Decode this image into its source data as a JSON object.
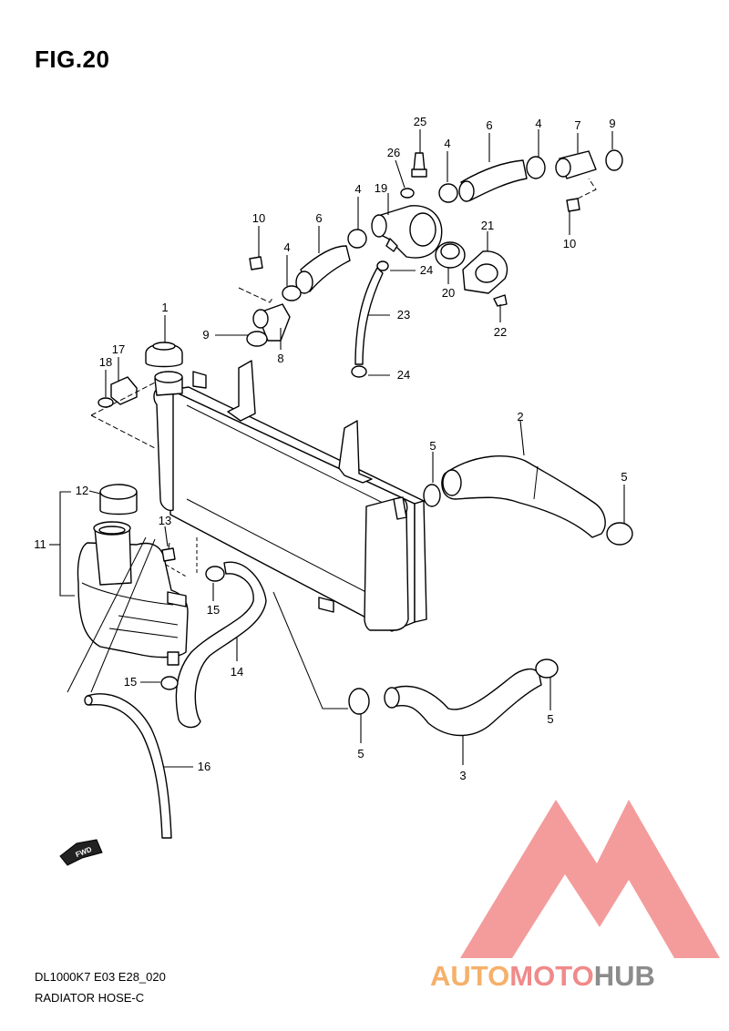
{
  "figure": {
    "title": "FIG.20"
  },
  "footer": {
    "model_code": "DL1000K7 E03 E28_020",
    "caption": "RADIATOR HOSE-C"
  },
  "fwd_badge": {
    "text": "FWD"
  },
  "watermark": {
    "text": "AUTOMOTOHUB",
    "part_a": "AUTO",
    "part_b": "MOTO",
    "part_c": "HUB",
    "colors": {
      "auto": "#f5b06a",
      "moto": "#f08a8a",
      "hub": "#8c8c8c",
      "triangle": "#f28b8b"
    }
  },
  "callouts": [
    {
      "id": "c25",
      "text": "25"
    },
    {
      "id": "c26",
      "text": "26"
    },
    {
      "id": "c4a",
      "text": "4"
    },
    {
      "id": "c6a",
      "text": "6"
    },
    {
      "id": "c4b",
      "text": "4"
    },
    {
      "id": "c7",
      "text": "7"
    },
    {
      "id": "c9a",
      "text": "9"
    },
    {
      "id": "c19",
      "text": "19"
    },
    {
      "id": "c4c",
      "text": "4"
    },
    {
      "id": "c10a",
      "text": "10"
    },
    {
      "id": "c6b",
      "text": "6"
    },
    {
      "id": "c21",
      "text": "21"
    },
    {
      "id": "c10b",
      "text": "10"
    },
    {
      "id": "c4d",
      "text": "4"
    },
    {
      "id": "c24a",
      "text": "24"
    },
    {
      "id": "c20",
      "text": "20"
    },
    {
      "id": "c22",
      "text": "22"
    },
    {
      "id": "c23",
      "text": "23"
    },
    {
      "id": "c1",
      "text": "1"
    },
    {
      "id": "c9b",
      "text": "9"
    },
    {
      "id": "c8",
      "text": "8"
    },
    {
      "id": "c17",
      "text": "17"
    },
    {
      "id": "c18",
      "text": "18"
    },
    {
      "id": "c24b",
      "text": "24"
    },
    {
      "id": "c2",
      "text": "2"
    },
    {
      "id": "c5a",
      "text": "5"
    },
    {
      "id": "c5b",
      "text": "5"
    },
    {
      "id": "c12",
      "text": "12"
    },
    {
      "id": "c13",
      "text": "13"
    },
    {
      "id": "c11",
      "text": "11"
    },
    {
      "id": "c15a",
      "text": "15"
    },
    {
      "id": "c14",
      "text": "14"
    },
    {
      "id": "c15b",
      "text": "15"
    },
    {
      "id": "c5c",
      "text": "5"
    },
    {
      "id": "c5d",
      "text": "5"
    },
    {
      "id": "c3",
      "text": "3"
    },
    {
      "id": "c16",
      "text": "16"
    }
  ]
}
